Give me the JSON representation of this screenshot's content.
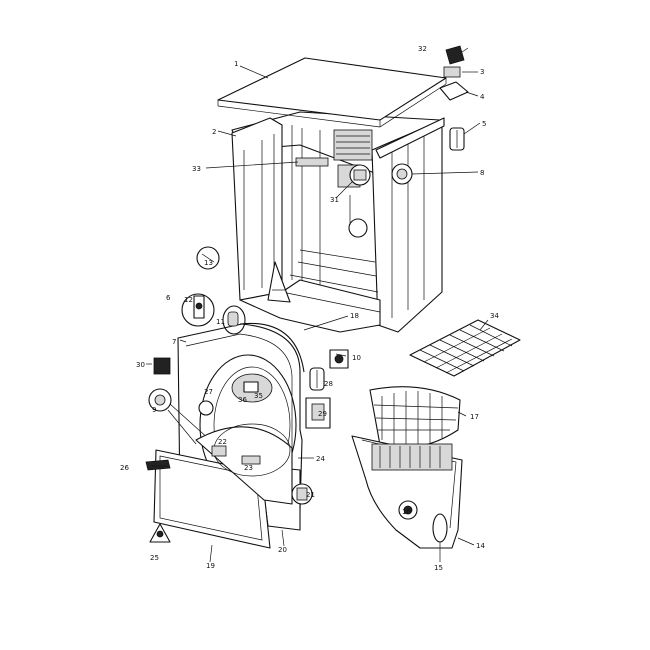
{
  "callouts": [
    {
      "id": "c1",
      "text": "1"
    },
    {
      "id": "c2",
      "text": "2"
    },
    {
      "id": "c3",
      "text": "3"
    },
    {
      "id": "c4",
      "text": "4"
    },
    {
      "id": "c5",
      "text": "5"
    },
    {
      "id": "c6",
      "text": "6"
    },
    {
      "id": "c7",
      "text": "7"
    },
    {
      "id": "c8",
      "text": "8"
    },
    {
      "id": "c9",
      "text": "9"
    },
    {
      "id": "c10",
      "text": "10"
    },
    {
      "id": "c11",
      "text": "11"
    },
    {
      "id": "c12",
      "text": "12"
    },
    {
      "id": "c13",
      "text": "13"
    },
    {
      "id": "c14",
      "text": "14"
    },
    {
      "id": "c15",
      "text": "15"
    },
    {
      "id": "c16",
      "text": "16"
    },
    {
      "id": "c17",
      "text": "17"
    },
    {
      "id": "c18",
      "text": "18"
    },
    {
      "id": "c19",
      "text": "19"
    },
    {
      "id": "c20",
      "text": "20"
    },
    {
      "id": "c21",
      "text": "21"
    },
    {
      "id": "c22",
      "text": "22"
    },
    {
      "id": "c23",
      "text": "23"
    },
    {
      "id": "c24",
      "text": "24"
    },
    {
      "id": "c25",
      "text": "25"
    },
    {
      "id": "c26",
      "text": "26"
    },
    {
      "id": "c27",
      "text": "27"
    },
    {
      "id": "c28",
      "text": "28"
    },
    {
      "id": "c29",
      "text": "29"
    },
    {
      "id": "c30",
      "text": "30"
    },
    {
      "id": "c31",
      "text": "31"
    },
    {
      "id": "c32",
      "text": "32"
    },
    {
      "id": "c33",
      "text": "33"
    },
    {
      "id": "c34",
      "text": "34"
    },
    {
      "id": "c35",
      "text": "35"
    },
    {
      "id": "c36",
      "text": "36"
    }
  ]
}
